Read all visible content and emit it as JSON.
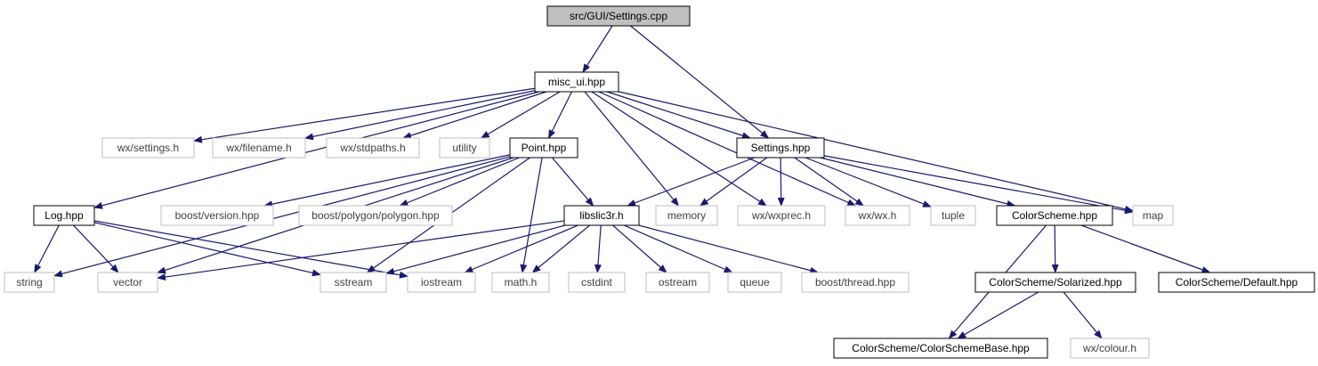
{
  "title": "src/GUI/Settings.cpp",
  "colors": {
    "edge": "#191970",
    "solid_border": "#000000",
    "root_fill": "#bfbfbf",
    "external_border": "#bfbfbf",
    "text_internal": "#000000",
    "text_external": "#404040"
  },
  "nodes": [
    {
      "id": "settings_cpp",
      "label": "src/GUI/Settings.cpp",
      "kind": "root"
    },
    {
      "id": "misc_ui_hpp",
      "label": "misc_ui.hpp",
      "kind": "internal"
    },
    {
      "id": "wx_settings_h",
      "label": "wx/settings.h",
      "kind": "external"
    },
    {
      "id": "wx_filename_h",
      "label": "wx/filename.h",
      "kind": "external"
    },
    {
      "id": "wx_stdpaths_h",
      "label": "wx/stdpaths.h",
      "kind": "external"
    },
    {
      "id": "utility",
      "label": "utility",
      "kind": "external"
    },
    {
      "id": "point_hpp",
      "label": "Point.hpp",
      "kind": "internal"
    },
    {
      "id": "settings_hpp",
      "label": "Settings.hpp",
      "kind": "internal"
    },
    {
      "id": "log_hpp",
      "label": "Log.hpp",
      "kind": "internal"
    },
    {
      "id": "boost_version_hpp",
      "label": "boost/version.hpp",
      "kind": "external"
    },
    {
      "id": "boost_polygon_hpp",
      "label": "boost/polygon/polygon.hpp",
      "kind": "external"
    },
    {
      "id": "libslic3r_h",
      "label": "libslic3r.h",
      "kind": "internal"
    },
    {
      "id": "memory",
      "label": "memory",
      "kind": "external"
    },
    {
      "id": "wx_wxprec_h",
      "label": "wx/wxprec.h",
      "kind": "external"
    },
    {
      "id": "wx_wx_h",
      "label": "wx/wx.h",
      "kind": "external"
    },
    {
      "id": "tuple",
      "label": "tuple",
      "kind": "external"
    },
    {
      "id": "colorscheme_hpp",
      "label": "ColorScheme.hpp",
      "kind": "internal"
    },
    {
      "id": "map",
      "label": "map",
      "kind": "external"
    },
    {
      "id": "string",
      "label": "string",
      "kind": "external"
    },
    {
      "id": "vector",
      "label": "vector",
      "kind": "external"
    },
    {
      "id": "sstream",
      "label": "sstream",
      "kind": "external"
    },
    {
      "id": "iostream",
      "label": "iostream",
      "kind": "external"
    },
    {
      "id": "math_h",
      "label": "math.h",
      "kind": "external"
    },
    {
      "id": "cstdint",
      "label": "cstdint",
      "kind": "external"
    },
    {
      "id": "ostream",
      "label": "ostream",
      "kind": "external"
    },
    {
      "id": "queue",
      "label": "queue",
      "kind": "external"
    },
    {
      "id": "boost_thread_hpp",
      "label": "boost/thread.hpp",
      "kind": "external"
    },
    {
      "id": "cs_solarized_hpp",
      "label": "ColorScheme/Solarized.hpp",
      "kind": "internal"
    },
    {
      "id": "cs_default_hpp",
      "label": "ColorScheme/Default.hpp",
      "kind": "internal"
    },
    {
      "id": "cs_base_hpp",
      "label": "ColorScheme/ColorSchemeBase.hpp",
      "kind": "internal"
    },
    {
      "id": "wx_colour_h",
      "label": "wx/colour.h",
      "kind": "external"
    }
  ],
  "edges": [
    {
      "from": "settings_cpp",
      "to": "misc_ui_hpp"
    },
    {
      "from": "settings_cpp",
      "to": "settings_hpp"
    },
    {
      "from": "misc_ui_hpp",
      "to": "log_hpp"
    },
    {
      "from": "misc_ui_hpp",
      "to": "wx_settings_h"
    },
    {
      "from": "misc_ui_hpp",
      "to": "wx_filename_h"
    },
    {
      "from": "misc_ui_hpp",
      "to": "wx_stdpaths_h"
    },
    {
      "from": "misc_ui_hpp",
      "to": "utility"
    },
    {
      "from": "misc_ui_hpp",
      "to": "point_hpp"
    },
    {
      "from": "misc_ui_hpp",
      "to": "memory"
    },
    {
      "from": "misc_ui_hpp",
      "to": "wx_wxprec_h"
    },
    {
      "from": "misc_ui_hpp",
      "to": "wx_wx_h"
    },
    {
      "from": "misc_ui_hpp",
      "to": "settings_hpp"
    },
    {
      "from": "misc_ui_hpp",
      "to": "map"
    },
    {
      "from": "point_hpp",
      "to": "string"
    },
    {
      "from": "point_hpp",
      "to": "vector"
    },
    {
      "from": "point_hpp",
      "to": "boost_version_hpp"
    },
    {
      "from": "point_hpp",
      "to": "boost_polygon_hpp"
    },
    {
      "from": "point_hpp",
      "to": "libslic3r_h"
    },
    {
      "from": "point_hpp",
      "to": "sstream"
    },
    {
      "from": "point_hpp",
      "to": "math_h"
    },
    {
      "from": "settings_hpp",
      "to": "libslic3r_h"
    },
    {
      "from": "settings_hpp",
      "to": "memory"
    },
    {
      "from": "settings_hpp",
      "to": "wx_wxprec_h"
    },
    {
      "from": "settings_hpp",
      "to": "wx_wx_h"
    },
    {
      "from": "settings_hpp",
      "to": "tuple"
    },
    {
      "from": "settings_hpp",
      "to": "colorscheme_hpp"
    },
    {
      "from": "settings_hpp",
      "to": "map"
    },
    {
      "from": "log_hpp",
      "to": "string"
    },
    {
      "from": "log_hpp",
      "to": "vector"
    },
    {
      "from": "log_hpp",
      "to": "sstream"
    },
    {
      "from": "log_hpp",
      "to": "iostream"
    },
    {
      "from": "libslic3r_h",
      "to": "vector"
    },
    {
      "from": "libslic3r_h",
      "to": "sstream"
    },
    {
      "from": "libslic3r_h",
      "to": "iostream"
    },
    {
      "from": "libslic3r_h",
      "to": "math_h"
    },
    {
      "from": "libslic3r_h",
      "to": "cstdint"
    },
    {
      "from": "libslic3r_h",
      "to": "ostream"
    },
    {
      "from": "libslic3r_h",
      "to": "queue"
    },
    {
      "from": "libslic3r_h",
      "to": "boost_thread_hpp"
    },
    {
      "from": "colorscheme_hpp",
      "to": "cs_base_hpp"
    },
    {
      "from": "colorscheme_hpp",
      "to": "cs_solarized_hpp"
    },
    {
      "from": "colorscheme_hpp",
      "to": "cs_default_hpp"
    },
    {
      "from": "cs_solarized_hpp",
      "to": "cs_base_hpp"
    },
    {
      "from": "cs_solarized_hpp",
      "to": "wx_colour_h"
    }
  ]
}
